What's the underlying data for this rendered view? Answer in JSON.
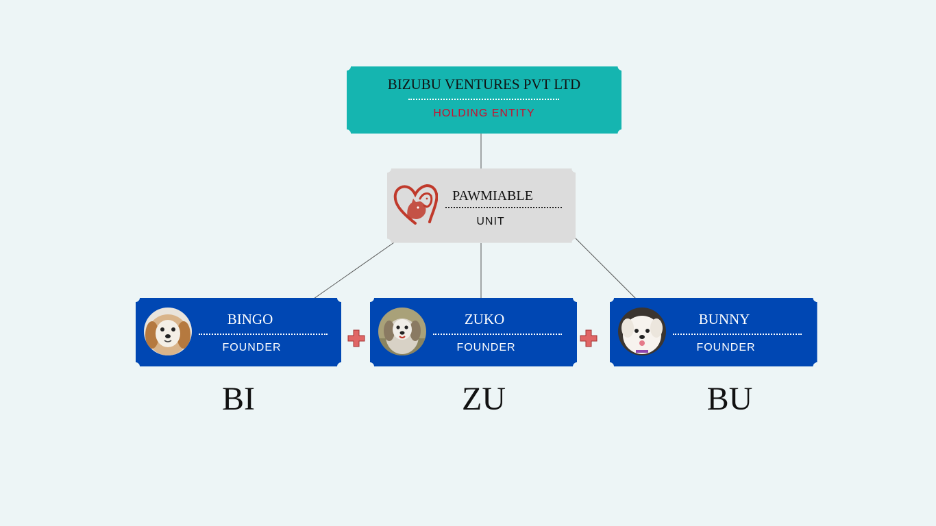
{
  "holding": {
    "name": "BIZUBU VENTURES PVT LTD",
    "role": "HOLDING ENTITY",
    "color": "#15b5b0",
    "role_color": "#c8102e"
  },
  "unit": {
    "name": "PAWMIABLE",
    "role": "UNIT",
    "logo_icon": "heart-dog-cat-icon",
    "color": "#dcdcdc"
  },
  "founders": [
    {
      "name": "BINGO",
      "role": "FOUNDER",
      "avatar": "shih-tzu-photo"
    },
    {
      "name": "ZUKO",
      "role": "FOUNDER",
      "avatar": "shih-tzu-photo"
    },
    {
      "name": "BUNNY",
      "role": "FOUNDER",
      "avatar": "white-puppy-photo"
    }
  ],
  "founder_color": "#0047b3",
  "plus_icon": "red-plus-icon",
  "abbreviations": [
    "BI",
    "ZU",
    "BU"
  ]
}
